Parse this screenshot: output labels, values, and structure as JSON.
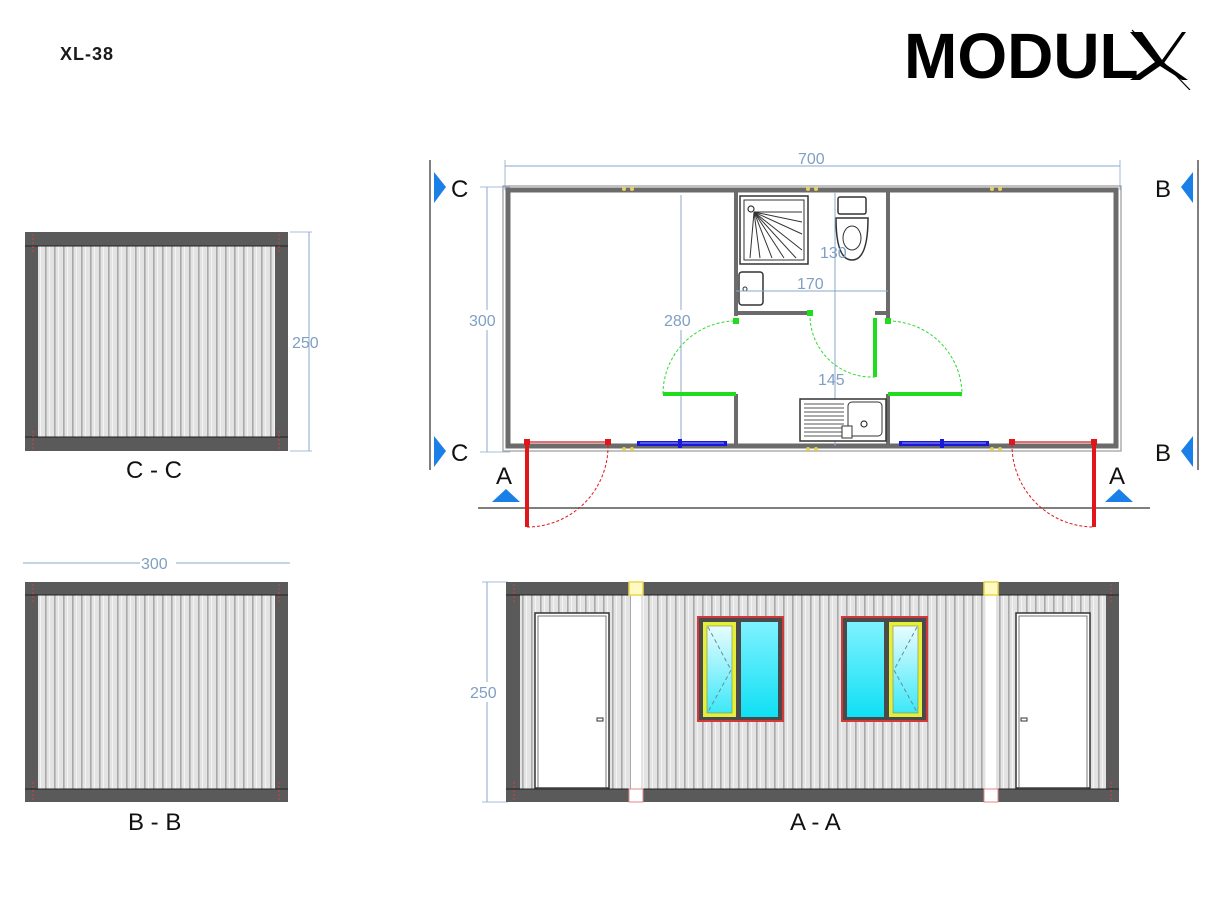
{
  "header": {
    "model_code": "XL-38",
    "brand_logo": "MODULX",
    "brand_logo_main": "MODUL",
    "brand_logo_accent": "X"
  },
  "floor_plan": {
    "overall_length": "700",
    "overall_width": "300",
    "interior_depth": "280",
    "bathroom_width": "170",
    "bathroom_depth": "130",
    "corridor_depth": "145",
    "section_markers": {
      "left_top": "C",
      "left_bottom": "C",
      "right_top": "B",
      "right_bottom": "B",
      "bottom_left": "A",
      "bottom_right": "A"
    },
    "fixtures": [
      "shower-tray",
      "toilet",
      "washbasin",
      "kitchen-sink"
    ],
    "colors": {
      "wall": "#6b6b6b",
      "interior_door": "#22dd22",
      "exterior_door": "#e0161b",
      "window": "#1a1ad6",
      "dimension": "#7f9fc4",
      "section_marker": "#1a7fe6"
    }
  },
  "section_cc": {
    "title": "C - C",
    "height_dim": "250"
  },
  "section_bb": {
    "title": "B - B",
    "width_dim": "300"
  },
  "section_aa": {
    "title": "A - A",
    "height_dim": "250",
    "doors": 2,
    "windows": 2,
    "colors": {
      "frame": "#555555",
      "cladding": "#dcdcdc",
      "glass": "#22e4f6",
      "window_frame": "#d23a3a",
      "sash": "#e4ef3c"
    }
  }
}
